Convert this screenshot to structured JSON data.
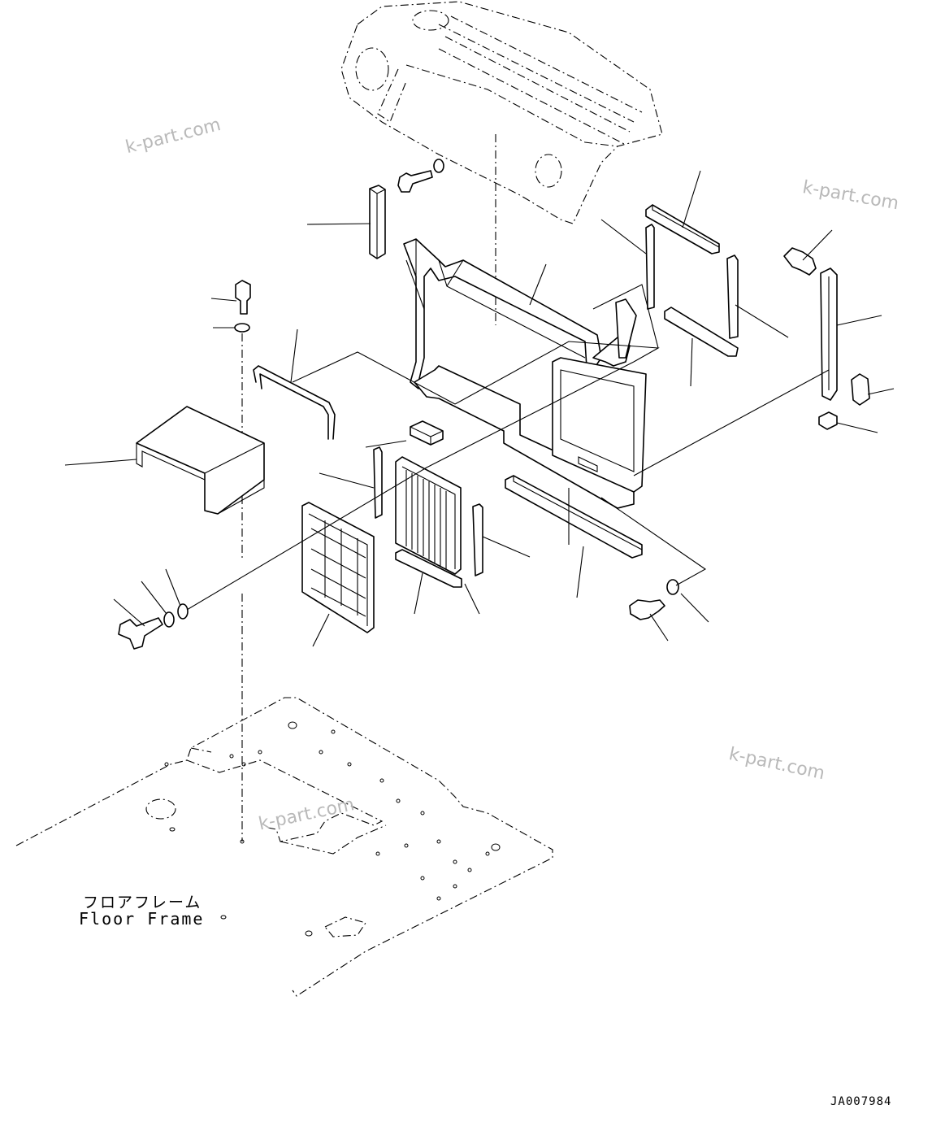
{
  "diagram": {
    "floor_frame_label_jp": "フロアフレーム",
    "floor_frame_label_en": "Floor Frame",
    "drawing_code": "JA007984"
  },
  "watermarks": [
    "k-part.com",
    "k-part.com",
    "k-part.com",
    "k-part.com"
  ]
}
